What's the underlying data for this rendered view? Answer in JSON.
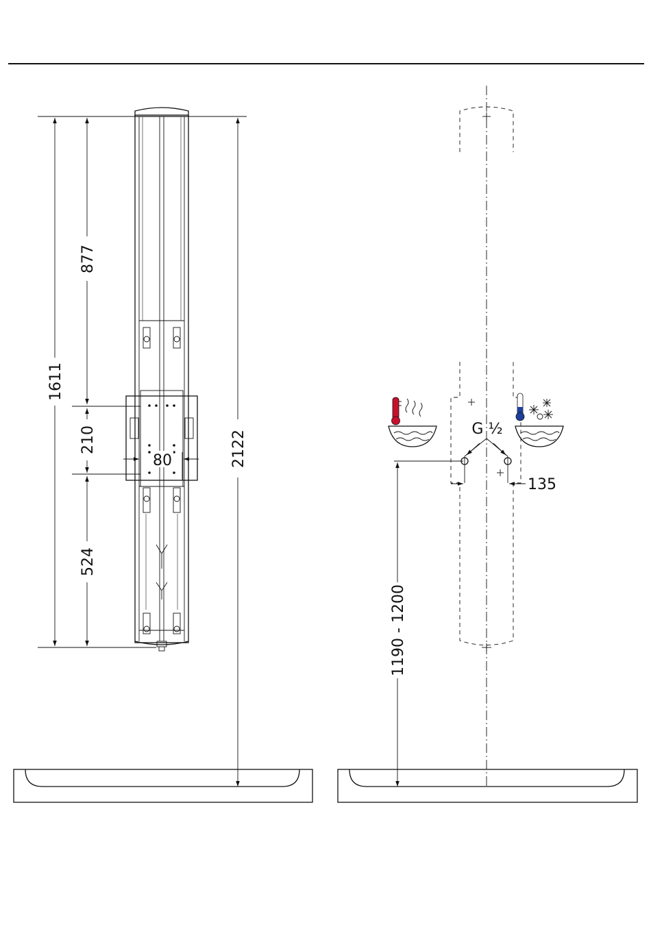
{
  "left_view": {
    "dimensions": {
      "total_height": "2122",
      "column_height": "1611",
      "upper_section": "877",
      "middle_section": "210",
      "lower_section": "524",
      "bracket_width": "80"
    }
  },
  "right_view": {
    "dimensions": {
      "mount_height": "1190 - 1200",
      "connection_spacing": "135",
      "thread": "G ½"
    },
    "icons": [
      "hot-water-icon",
      "cold-water-icon"
    ],
    "colors": {
      "hot": "#c8102e",
      "cold": "#1f3f9a"
    }
  }
}
